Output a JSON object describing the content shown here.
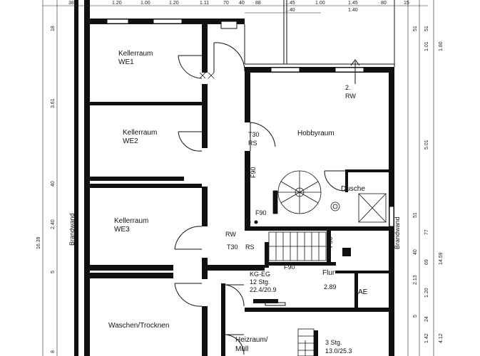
{
  "rooms": {
    "keller1": {
      "name": "Kellerraum",
      "unit": "WE1"
    },
    "keller2": {
      "name": "Kellerraum",
      "unit": "WE2"
    },
    "keller3": {
      "name": "Kellerraum",
      "unit": "WE3"
    },
    "waschen": "Waschen/Trocknen",
    "hobby": "Hobbyraum",
    "dusche": "Dusche",
    "flur": "Flur",
    "heiz1": "Heizraum/",
    "heiz2": "Müll",
    "ae": "AE"
  },
  "labels": {
    "t30_rs_top": "T30",
    "rs_top": "RS",
    "f90_left": "F90",
    "f90_stair": "F90",
    "f90_right": "F90",
    "f90_flur": "F90",
    "rw_stair": "RW",
    "t30_rs_bottom": "T30",
    "rs_bottom": "RS",
    "rw_top_num": "2.",
    "rw_top": "RW",
    "flur_level": "2.89",
    "kg_eg": "KG-EG",
    "stg_12": "12 Stg.",
    "stg_12_ratio": "22.4/20.9",
    "stg_3": "3 Stg.",
    "stg_3_ratio": "13.0/25.3",
    "brandwand_left": "Brandwand",
    "brandwand_right": "Brandwand"
  },
  "dims_top": [
    "38",
    "1.20",
    "1.00",
    "1.20",
    "1.11",
    "70",
    "40",
    "88",
    "1.45",
    "1.00",
    "1.45",
    "80",
    "15"
  ],
  "dims_top_second": [
    "1.40",
    "1.40"
  ],
  "dims_left": [
    "18",
    "3.61",
    "40",
    "2.40",
    "5",
    "16.39",
    "8"
  ],
  "dims_right": [
    "51",
    "51",
    "1.01",
    "1.80",
    "5.01",
    "51",
    "77",
    "40",
    "69",
    "14.59",
    "1.20",
    "2.13",
    "5",
    "24",
    "1.42",
    "4.12"
  ]
}
